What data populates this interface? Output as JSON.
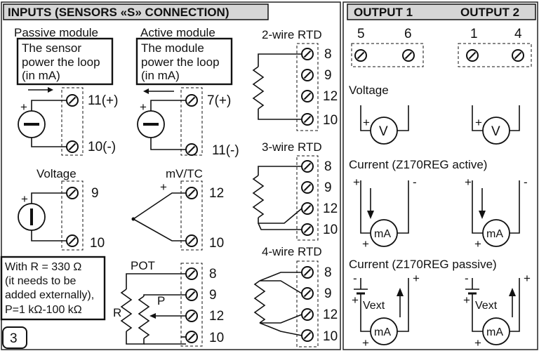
{
  "header": {
    "inputs_title": "INPUTS (SENSORS «S» CONNECTION)",
    "output1_title": "OUTPUT 1",
    "output2_title": "OUTPUT 2"
  },
  "passive_module": {
    "title": "Passive module",
    "note": [
      "The sensor",
      "power the loop",
      "(in mA)"
    ],
    "term_top": "11(+)",
    "term_bottom": "10(-)",
    "plus": "+"
  },
  "active_module": {
    "title": "Active module",
    "note": [
      "The module",
      "power the loop",
      "(in mA)"
    ],
    "term_top": "7(+)",
    "term_bottom": "11(-)",
    "plus": "+"
  },
  "voltage_input": {
    "title": "Voltage",
    "term_top": "9",
    "term_bottom": "10",
    "plus": "+"
  },
  "mvtc_input": {
    "title": "mV/TC",
    "term_top": "12",
    "term_bottom": "10",
    "plus": "+"
  },
  "pot_input": {
    "note": [
      "With R = 330 Ω",
      "(it needs to be",
      "added externally),",
      "P=1 kΩ-100 kΩ"
    ],
    "title": "POT",
    "r_label": "R",
    "p_label": "P",
    "terms": [
      "8",
      "9",
      "12",
      "10"
    ]
  },
  "rtd2": {
    "title": "2-wire RTD",
    "terms": [
      "8",
      "9",
      "12",
      "10"
    ]
  },
  "rtd3": {
    "title": "3-wire RTD",
    "terms": [
      "8",
      "9",
      "12",
      "10"
    ]
  },
  "rtd4": {
    "title": "4-wire RTD",
    "terms": [
      "8",
      "9",
      "12",
      "10"
    ]
  },
  "page_number": "3",
  "output1": {
    "terminals": [
      "5",
      "6"
    ]
  },
  "output2": {
    "terminals": [
      "1",
      "4"
    ]
  },
  "outputs": {
    "voltage_title": "Voltage",
    "voltage_symbol": "V",
    "current_active_title": "Current (Z170REG active)",
    "current_passive_title": "Current (Z170REG passive)",
    "meter_symbol": "mA",
    "vext_label": "Vext",
    "plus": "+",
    "minus": "-"
  }
}
